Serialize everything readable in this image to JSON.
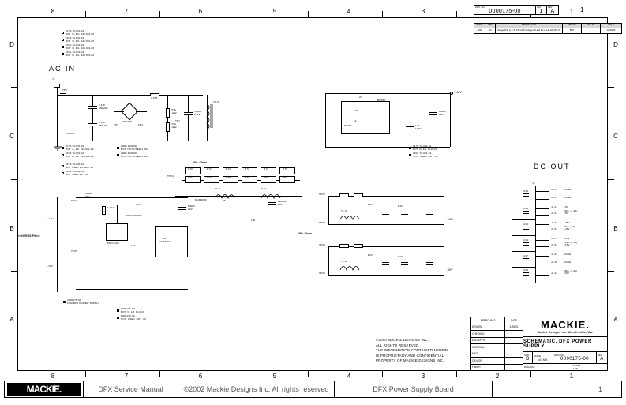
{
  "meta": {
    "doc_type": "engineering-schematic",
    "title": "SCHEMATIC, DFX POWER SUPPLY"
  },
  "footer": {
    "logo": "MACKIE.",
    "manual": "DFX Service Manual",
    "copyright": "©2002 Mackie Designs Inc. All rights reserved",
    "board": "DFX Power Supply Board",
    "blank": "",
    "page": "1"
  },
  "frame": {
    "zone_numbers": [
      "8",
      "7",
      "6",
      "5",
      "4",
      "3",
      "2",
      "1"
    ],
    "zone_letters": [
      "D",
      "C",
      "B",
      "A"
    ]
  },
  "dwg_header": {
    "dwg_no_caption": "DWG. NO.",
    "dwg_no": "0000175-00",
    "sht_caption": "SHT",
    "sht": "1",
    "rev_caption": "REV",
    "rev": "A",
    "sheet_zone": "1"
  },
  "revisions": {
    "headers": [
      "ZONE",
      "REV",
      "DESCRIPTION",
      "REQ. BY",
      "APP. BY",
      "DATE"
    ],
    "rows": [
      {
        "zone": "4782",
        "rev": "A0",
        "description": "Change R42 to 4.7k 1% 1/4W\nChange R2 and C3 to 1/8  220-001-00",
        "req_by": "BFP",
        "app_by": "",
        "date": "10/20/00"
      }
    ]
  },
  "title_block": {
    "approvals_caption": "APPROVALS",
    "date_caption": "DATE",
    "rows": [
      {
        "label": "DRAWN",
        "value": "BFP",
        "date": "3-28-01"
      },
      {
        "label": "CHECKED",
        "value": "",
        "date": ""
      },
      {
        "label": "ENG APPR",
        "value": "",
        "date": ""
      },
      {
        "label": "MATERIAL",
        "value": "",
        "date": ""
      },
      {
        "label": "MFG",
        "value": "",
        "date": ""
      },
      {
        "label": "QA MGR",
        "value": "",
        "date": ""
      },
      {
        "label": "FINISH",
        "value": "",
        "date": ""
      }
    ],
    "company": "MACKIE.",
    "company_sub": "Mackie Designs Inc.   Woodinville, Wa.",
    "drawing_title": "SCHEMATIC, DFX POWER SUPPLY",
    "size_caption": "SIZE",
    "size": "D",
    "scale_caption": "SCALE",
    "scale": "NONE",
    "dwg_no_caption": "DWG. NO.",
    "dwg_no": "0000175-00",
    "rev_caption": "REV",
    "rev": "A",
    "dwg_file_caption": "DWG FILE",
    "dwg_file": "",
    "sheet_caption": "SHEET",
    "sheet": "1  OF  1"
  },
  "proprietary_notice": [
    "©2000 MACKIE DESIGNS INC.",
    "ALL RIGHTS RESERVED",
    "THE INFORMATION CONTAINED HEREIN",
    "IS PROPRIETARY AND CONFIDENTIAL",
    "PROPERTY OF MACKIE DESIGNS INC."
  ],
  "section_labels": {
    "ac_in": "AC  IN",
    "dc_out": "DC  OUT",
    "needs_ps": ">>NEEDS P/Sn<",
    "net_80k": "80k  Ohms",
    "net_390k": "390  Ohms"
  },
  "top_left_notes": [
    {
      "pn": "0175-70-031-01",
      "desc": "BOT  D, DG  220.001-00"
    },
    {
      "pn": "0019-70-031-01",
      "desc": "BOT  D, DG  220.001-00"
    },
    {
      "pn": "0031-70-031-01",
      "desc": "BOT  D, DG  220.001-00"
    },
    {
      "pn": "0031-70-031-01",
      "desc": "BOT  D, DG  220.001-00"
    }
  ],
  "mid_left_notes": [
    {
      "pn": "0175-70-031-01",
      "desc": "BOT  A, 1/8  220.001-00"
    },
    {
      "pn": "0019-70-031-01",
      "desc": "BOT  A, 1/8  220.001-00"
    },
    {
      "pn": "0175-70-031-01",
      "desc": "NOT USED 1/8, BLK 20"
    },
    {
      "pn": "0019-70-031-01",
      "desc": "NOT USED BOT 20"
    }
  ],
  "mid_right_notes": [
    {
      "pn": "000B 1000002",
      "desc": "BOT  NOT USED 1  90"
    },
    {
      "pn": "000B 1000002",
      "desc": "BOT  NOT USED 1  90"
    }
  ],
  "right_notes": [
    {
      "pn": "0175-70-031-01",
      "desc": "BOT  D, 1/8  BLK 20"
    },
    {
      "pn": "0019-70-031-01",
      "desc": "NOT  USED  BOT  20"
    }
  ],
  "bottom_notes": [
    {
      "pn": "0000175-00",
      "desc": "FOR DFX POWER SUPPLY"
    },
    {
      "pn": "0000175-00",
      "desc": "BOT  D, 1/8  BLK 20"
    },
    {
      "pn": "0000175-00",
      "desc": "NOT  USED  BOT  20"
    }
  ],
  "dc_out_connector": {
    "reference": "J3",
    "pins": [
      {
        "pin": "J3-1",
        "net": "DGND",
        "note": ""
      },
      {
        "pin": "J3-2",
        "net": "DGND",
        "note": ""
      },
      {
        "pin": "J3-3",
        "net": "+5V",
        "note": ""
      },
      {
        "pin": "J3-4",
        "net": "+5V",
        "note": ".30A  (1.4A)"
      },
      {
        "pin": "J3-5",
        "net": "+48V",
        "note": ""
      },
      {
        "pin": "J3-6",
        "net": "+48V",
        "note": ".02A  (1A)"
      },
      {
        "pin": "J3-7",
        "net": "+15V",
        "note": ""
      },
      {
        "pin": "J3-8",
        "net": "+15V",
        "note": ".36A  (4.00)"
      },
      {
        "pin": "J3-9",
        "net": "AGND",
        "note": ""
      },
      {
        "pin": "J3-10",
        "net": "AGND",
        "note": ""
      },
      {
        "pin": "J3-11",
        "net": "-15V",
        "note": ".36A  (4.00)"
      }
    ],
    "decoupling_caps": [
      "C43",
      "C44",
      "C45",
      "C46",
      "C47",
      "C48"
    ]
  },
  "ac_in_section": {
    "connector": "J1",
    "test_points": [
      "TP1",
      "TP2",
      "TP3",
      "TP4",
      "TP5",
      "TP6",
      "TP7"
    ],
    "components": [
      {
        "ref": "C1",
        "value": "0.1uF\n250VAC"
      },
      {
        "ref": "C2",
        "value": "0.1uF\n250VAC"
      },
      {
        "ref": "BR1",
        "value": "GBU604"
      },
      {
        "ref": "F1",
        "value": "3.15A"
      },
      {
        "ref": "R1",
        "value": "270k\n1/2W"
      },
      {
        "ref": "R2",
        "value": "270k\n1/2W"
      },
      {
        "ref": "C3",
        "value": "330uF\n250V"
      },
      {
        "ref": "T1",
        "value": "T1-A"
      },
      {
        "ref": "RT1",
        "value": "10 Ohm"
      }
    ]
  },
  "regulator_section": {
    "ic": "U2",
    "ic_type": "UC3845A",
    "components": [
      {
        "ref": "U1",
        "value": "MOC8102"
      },
      {
        "ref": "Q1",
        "value": "SPP11N60S5"
      },
      {
        "ref": "R12",
        "value": "1 Ohm"
      },
      {
        "ref": "C18",
        "value": "100uF\n35V"
      },
      {
        "ref": "C19",
        "value": "1uF"
      },
      {
        "ref": "D4",
        "value": "MUR460"
      }
    ],
    "test_points": [
      "TP21",
      "TP22",
      "TP23",
      "TP24",
      "TP25",
      "TP26",
      "TP27",
      "TP28",
      "TP29",
      "TP30",
      "TP31",
      "TP32",
      "TP33",
      "TP34"
    ]
  },
  "resistor_bank": {
    "label": "80k  Ohms",
    "top_row": [
      "R70",
      "R71",
      "R72",
      "R73",
      "R74",
      "R75"
    ],
    "bottom_row": [
      "R76",
      "R77",
      "R78",
      "R79",
      "R80",
      "R81"
    ],
    "value": "10k\n1/4W"
  },
  "supply_48v": {
    "label": "+48V",
    "ic": "Q3",
    "parts": [
      {
        "ref": "R27",
        "value": "27"
      },
      {
        "ref": "Q4",
        "value": "BUZ90"
      },
      {
        "ref": "R28",
        "value": "5.6k"
      },
      {
        "ref": "R29",
        "value": "1k"
      },
      {
        "ref": "U3",
        "value": "TL431"
      },
      {
        "ref": "C36",
        "value": "100uF\n100V"
      },
      {
        "ref": "C37",
        "value": "1uF\n100V"
      }
    ]
  },
  "supply_15v": {
    "pos_label": "+15V",
    "neg_label": "-15V",
    "transformers": [
      "T1-C",
      "T1-D"
    ],
    "fuses": [
      "FF1",
      "FF2"
    ],
    "caps": [
      "C50",
      "C51",
      "C52",
      "C53",
      "C54",
      "C55",
      "C56",
      "C57"
    ],
    "diodes": [
      "D12",
      "D13"
    ],
    "test_points": [
      "TP37",
      "TP38",
      "TP39",
      "TP40",
      "TP41",
      "TP42",
      "TP43",
      "TP44",
      "TP45",
      "TP46",
      "TP47"
    ]
  },
  "five_volt_section": {
    "label": "+5V",
    "transformers": [
      "T1-B",
      "T1-A"
    ],
    "parts": [
      {
        "ref": "D6",
        "value": "MUR1620"
      },
      {
        "ref": "L1",
        "value": "4T"
      },
      {
        "ref": "C20",
        "value": "100uF\n20V"
      },
      {
        "ref": "C28",
        "value": "330uF\n20V"
      },
      {
        "ref": "C29",
        "value": "2200uF\n20V"
      },
      {
        "ref": "R36",
        "value": "10k"
      }
    ]
  },
  "colors": {
    "ink": "#000000",
    "paper": "#ffffff",
    "footer_text": "#555555",
    "rev_header_fill": "#d8d8d8"
  }
}
